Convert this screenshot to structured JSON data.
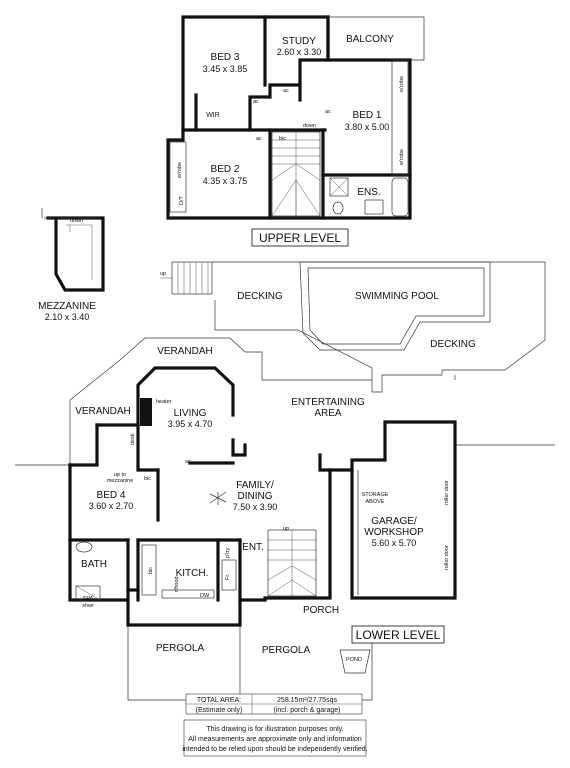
{
  "upper": {
    "level_label": "UPPER LEVEL",
    "bed3": {
      "name": "BED 3",
      "dims": "3.45 x 3.85"
    },
    "study": {
      "name": "STUDY",
      "dims": "2.60 x 3.30"
    },
    "balcony": {
      "name": "BALCONY"
    },
    "bed1": {
      "name": "BED 1",
      "dims": "3.80 x 5.00"
    },
    "wir": "WIR",
    "bed2": {
      "name": "BED 2",
      "dims": "4.35 x 3.75"
    },
    "ens": "ENS.",
    "notes": {
      "ac1": "ac",
      "ac2": "ac",
      "ac3": "ac",
      "ac4": "ac",
      "bic": "bic",
      "down": "down",
      "dt": "D/T",
      "wrobe1": "w'robe",
      "wrobe2": "w'robe",
      "wrobe3": "w'robe"
    }
  },
  "mezzanine": {
    "name": "MEZZANINE",
    "dims": "2.10 x 3.40",
    "down": "down"
  },
  "lower": {
    "level_label": "LOWER LEVEL",
    "decking1": "DECKING",
    "decking2": "DECKING",
    "pool": "SWIMMING POOL",
    "verandah_top": "VERANDAH",
    "verandah_left": "VERANDAH",
    "living": {
      "name": "LIVING",
      "dims": "3.95 x 4.70"
    },
    "entertaining": "ENTERTAINING AREA",
    "entertaining_line1": "ENTERTAINING",
    "entertaining_line2": "AREA",
    "family": {
      "line1": "FAMILY/",
      "line2": "DINING",
      "dims": "7.50 x 3.90"
    },
    "bed4": {
      "name": "BED 4",
      "dims": "3.60 x 2.70"
    },
    "garage": {
      "line1": "GARAGE/",
      "line2": "WORKSHOP",
      "dims": "5.60 x 5.70"
    },
    "storage": {
      "line1": "STORAGE",
      "line2": "ABOVE"
    },
    "roller1": "roller door",
    "roller2": "roller door",
    "bath": "BATH",
    "spa": "SPA",
    "spa_sub": "shwr",
    "kitchen": "KITCH.",
    "ent": "ENT.",
    "porch": "PORCH",
    "pergola1": "PERGOLA",
    "pergola2": "PERGOLA",
    "pond": "POND",
    "notes": {
      "heater": "heater",
      "desk": "desk",
      "up_mezz1": "up to",
      "up_mezz2": "mezzanine",
      "bic": "bic",
      "ac": "ac",
      "up_stair": "up",
      "up_deck": "up",
      "pantry": "p'try",
      "fr": "Fr.",
      "dw": "DW",
      "rhood": "r/hood",
      "bic_k": "bic"
    }
  },
  "area_table": {
    "label1": "TOTAL AREA:",
    "label2": "(Estimate only)",
    "value1": "258.15m²/27.75sqs",
    "value2": "(incl. porch & garage)"
  },
  "disclaimer": {
    "line1": "This drawing is for illustration purposes only.",
    "line2": "All measurements are approximate only and information",
    "line3": "intended to be relied upon should be independently verified."
  }
}
